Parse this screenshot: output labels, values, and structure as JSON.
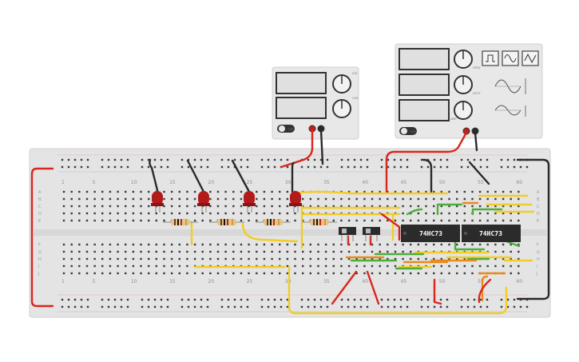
{
  "breadboard": {
    "column_numbers": [
      "1",
      "5",
      "10",
      "15",
      "20",
      "25",
      "30",
      "35",
      "40",
      "45",
      "50",
      "55",
      "60"
    ],
    "row_letters_top": [
      "A",
      "B",
      "C",
      "D",
      "E"
    ],
    "row_letters_bottom": [
      "F",
      "G",
      "H",
      "I",
      "J"
    ]
  },
  "chips": [
    {
      "label": "74HC73"
    },
    {
      "label": "74HC73"
    }
  ],
  "power_supply_small": {
    "switch_label": "OFF",
    "knob_labels": [
      "VOL",
      "CUR"
    ]
  },
  "power_supply_large": {
    "switch_label": "OFF",
    "knob_labels": [
      "FREQ",
      "DUTY",
      "AMP"
    ]
  },
  "waveforms": [
    "square-wave-icon",
    "sine-wave-icon",
    "triangle-wave-icon"
  ],
  "colors": {
    "board": "#e4e4e4",
    "hole": "#3a3a3a",
    "rail_red": "#e0413a",
    "led_red": "#b31b1b",
    "wire_yellow": "#f2cc27",
    "wire_green": "#4caf3a",
    "wire_orange": "#e88a1c",
    "wire_black": "#2a2a2a",
    "wire_red": "#d9261c",
    "chip": "#2b2b2b",
    "instrument": "#e8e8e8"
  }
}
